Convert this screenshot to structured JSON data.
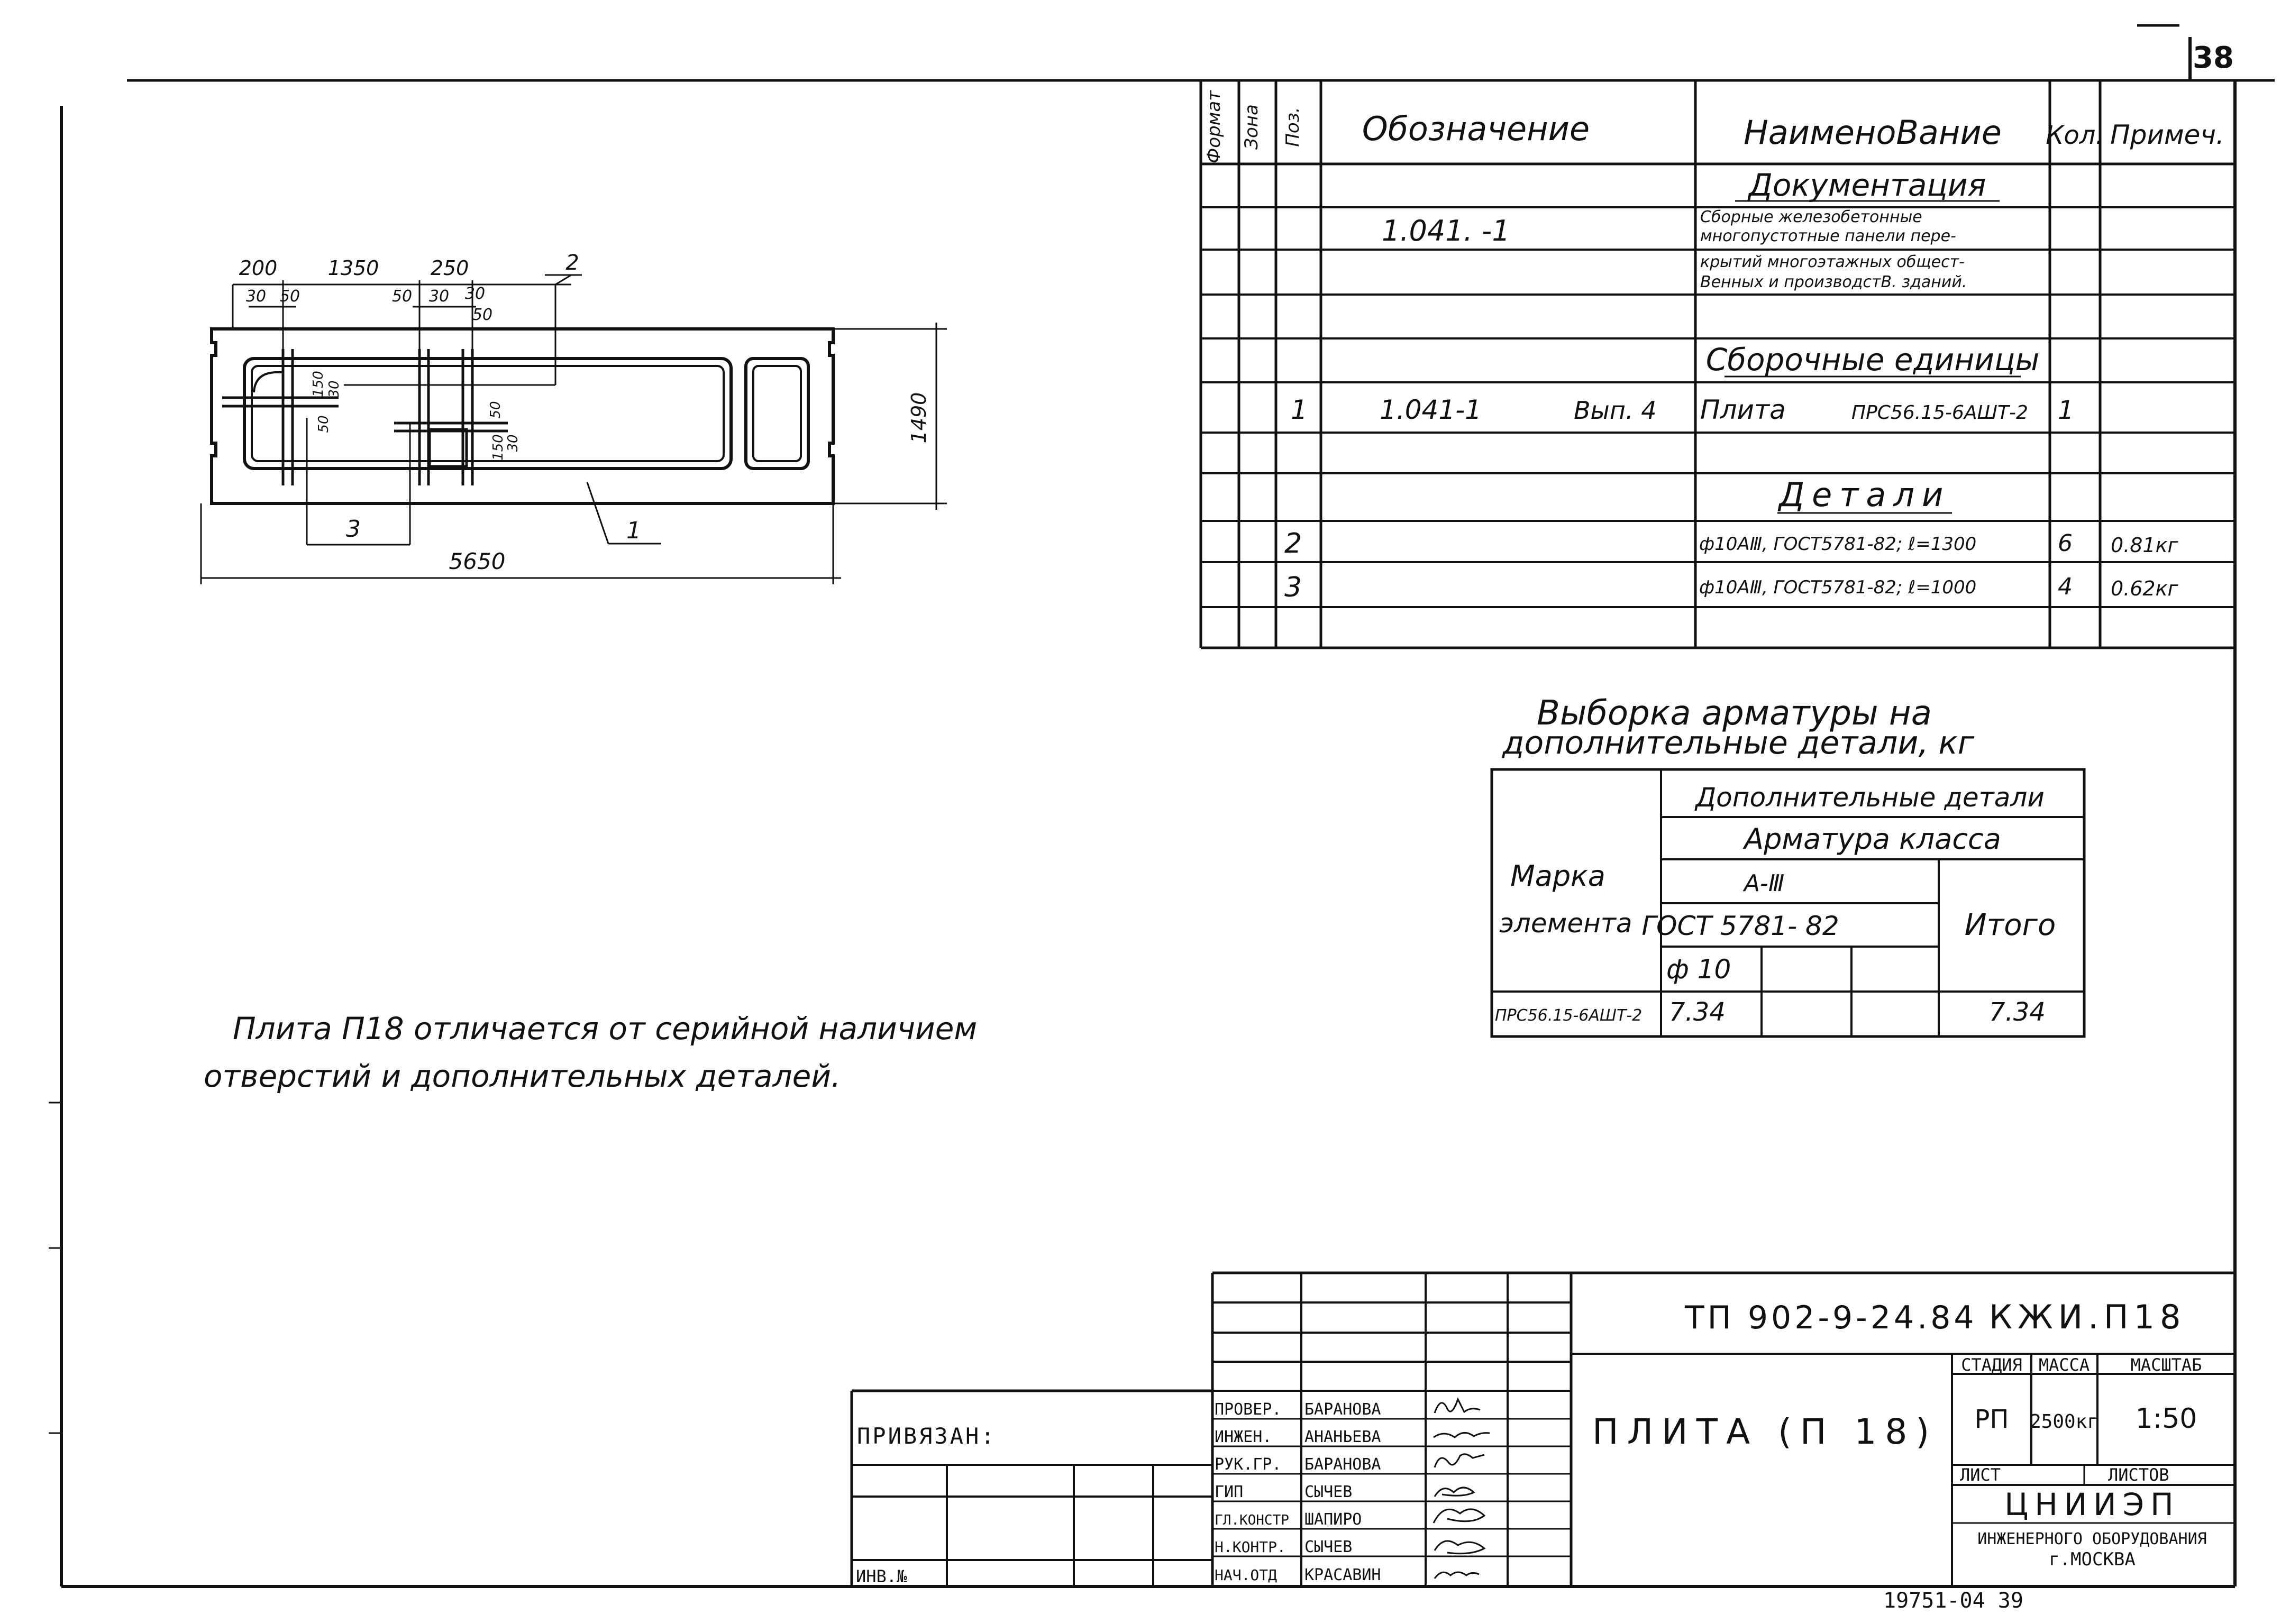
{
  "page_number": "38",
  "drawing": {
    "dims_top": [
      "200",
      "1350",
      "250"
    ],
    "dims_small": [
      "30",
      "50",
      "50",
      "30",
      "30",
      "50"
    ],
    "dim_rotated": [
      "150",
      "30",
      "50",
      "50",
      "150",
      "30"
    ],
    "height": "1490",
    "width": "5650",
    "callouts": [
      "2",
      "3",
      "1"
    ]
  },
  "spec_table": {
    "headers": {
      "format": "Формат",
      "zone": "Зона",
      "pos": "Поз.",
      "designation": "Обозначение",
      "name": "НаименоВание",
      "qty": "Кол.",
      "note": "Примеч."
    },
    "section_docs": "Документация",
    "doc_designation": "1.041. -1",
    "doc_name_lines": [
      "Сборные железобетонные",
      "многопустотные панели пере-",
      "крытий многоэтажных общест-",
      "Венных и производстВ. зданий."
    ],
    "section_units": "Сборочные единицы",
    "unit": {
      "pos": "1",
      "designation": "1.041-1",
      "issue": "Вып. 4",
      "name": "Плита",
      "mark": "ПРС56.15-6АШТ-2",
      "qty": "1"
    },
    "section_details": "Детали",
    "details": [
      {
        "pos": "2",
        "name": "ф10АⅢ, ГОСТ5781-82; ℓ=1300",
        "qty": "6",
        "note": "0.81кг"
      },
      {
        "pos": "3",
        "name": "ф10АⅢ, ГОСТ5781-82; ℓ=1000",
        "qty": "4",
        "note": "0.62кг"
      }
    ]
  },
  "rebar_table": {
    "title_line1": "Выборка арматуры на",
    "title_line2": "дополнительные детали, кг",
    "mark_header_1": "Марка",
    "mark_header_2": "элемента",
    "additional_details": "Дополнительные детали",
    "rebar_class": "Арматура класса",
    "class_value": "А-Ⅲ",
    "gost": "ГОСТ 5781- 82",
    "diameter": "ф 10",
    "total_header": "Итого",
    "row": {
      "mark": "ПРС56.15-6АШТ-2",
      "value": "7.34",
      "total": "7.34"
    }
  },
  "note": {
    "line1": "Плита П18 отличается от серийной наличием",
    "line2": "отверстий и дополнительных деталей."
  },
  "title_block": {
    "code": "ТП 902-9-24.84",
    "mark": "КЖИ.П18",
    "title": "ПЛИТА (П 18)",
    "stage_header": "СТАДИЯ",
    "mass_header": "МАССА",
    "scale_header": "МАСШТАБ",
    "stage": "РП",
    "mass": "2500кг",
    "scale": "1:50",
    "sheet_label": "ЛИСТ",
    "sheets_label": "ЛИСТОВ",
    "org_1": "ЦНИИЭП",
    "org_2": "ИНЖЕНЕРНОГО ОБОРУДОВАНИЯ",
    "org_3": "г.МОСКВА",
    "bound_label": "ПРИВЯЗАН:",
    "inv_label": "ИНВ.№",
    "roles": [
      "ПРОВЕР.",
      "ИНЖЕН.",
      "РУК.ГР.",
      "ГИП",
      "ГЛ.КОНСТР",
      "Н.КОНТР.",
      "НАЧ.ОТД"
    ],
    "names": [
      "БАРАНОВА",
      "АНАНЬЕВА",
      "БАРАНОВА",
      "СЫЧЕВ",
      "ШАПИРО",
      "СЫЧЕВ",
      "КРАСАВИН"
    ]
  },
  "footer_code": "19751-04  39"
}
